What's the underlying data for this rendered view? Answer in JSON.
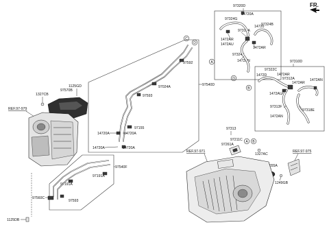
{
  "header": {
    "fr_label": "FR."
  },
  "refs": {
    "r979": "REF.97-979",
    "r971": "REF.97-971",
    "r975": "REF.97-975"
  },
  "circles": {
    "a": "A",
    "b": "B",
    "c": "C",
    "d": "D"
  },
  "labels": {
    "p97320D": "97320D",
    "p14720A_t": "14720A",
    "p97324G": "97324G",
    "p14720_t": "14720",
    "p97324B": "97324B",
    "p97312A_t": "97312A",
    "p1472AR_1": "1472AR",
    "p1472AU_1": "1472AU",
    "p1472AR_2": "1472AR",
    "p97324K": "97324K",
    "p1472AN_1": "1472AN",
    "p97310D": "97310D",
    "p97322C": "97322C",
    "p1472D": "1472D",
    "p1472AR_3": "1472AR",
    "p97312A_2": "97312A",
    "p1472AR_4": "1472AR",
    "p1472AN_2": "1472AN",
    "p1472AU_2": "1472AU",
    "p97313F": "97313F",
    "p97318E": "97318E",
    "p1472AN_3": "1472AN",
    "p97592": "97592",
    "p97024A": "97024A",
    "p97593_1": "97593",
    "p97540D": "97540D",
    "p1125GD": "1125GD",
    "p1327CB": "1327CB",
    "p97570B": "97570B",
    "p97155": "97155",
    "p14720A_1": "14720A",
    "p14720A_2": "14720A",
    "p14720A_3": "14720A",
    "p14720A_4": "14720A",
    "p97540F": "97540F",
    "p97191A_1": "97191A",
    "p97191A_2": "97191A",
    "p97560C": "97560C",
    "p97593_2": "97593",
    "p1125DB": "1125DB",
    "p97313": "97313",
    "p97211C": "97211C",
    "p97261A": "97261A",
    "p1327AC": "1327AC",
    "p97655A": "97655A",
    "p1249GB": "1249GB"
  }
}
